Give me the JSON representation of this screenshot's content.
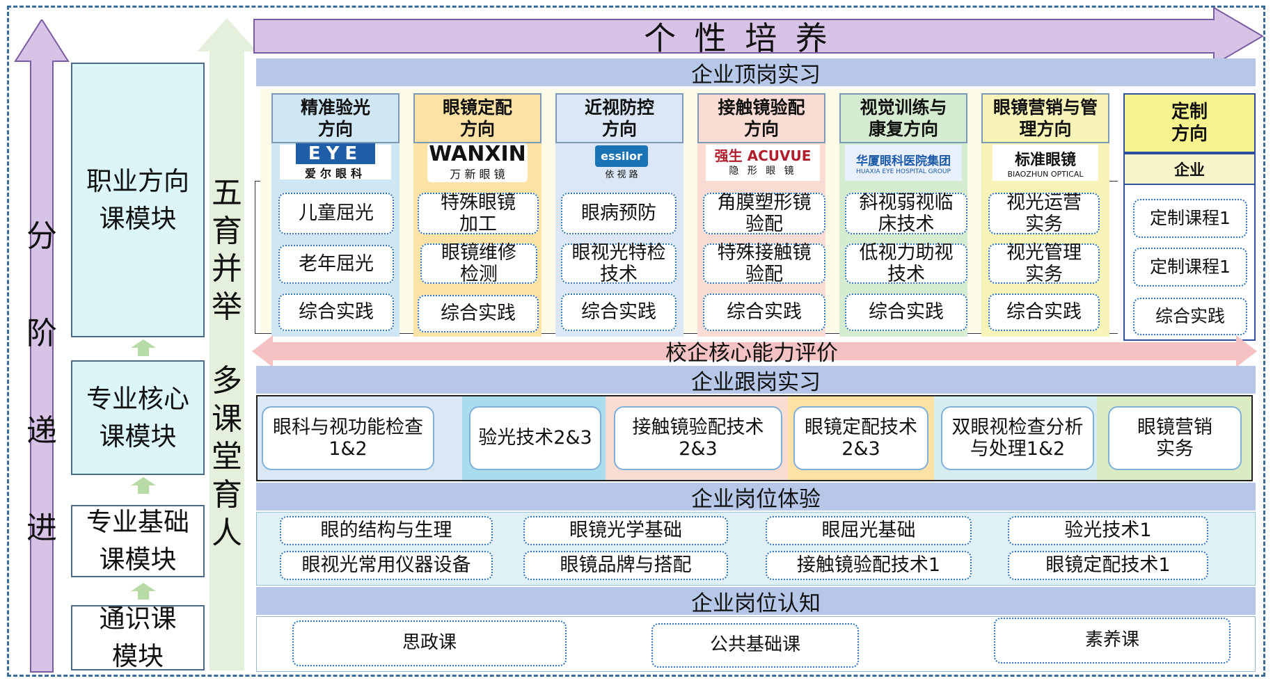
{
  "top_arrow": "个 性 培 养",
  "left_vertical": "分阶递进",
  "middle_vertical": {
    "top": "五育并举",
    "bottom": "多课堂育人"
  },
  "left_modules": [
    "职业方向\n课模块",
    "专业核心\n课模块",
    "专业基础\n课模块",
    "通识课\n模块"
  ],
  "bands": {
    "top_internship": "企业顶岗实习",
    "evaluation": "校企核心能力评价",
    "follow_internship": "企业跟岗实习",
    "experience": "企业岗位体验",
    "cognition": "企业岗位认知"
  },
  "directions": [
    {
      "title": "精准验光\n方向",
      "logo": "EYE",
      "logo_sub": "爱尔眼科",
      "courses": [
        "儿童屈光",
        "老年屈光",
        "综合实践"
      ]
    },
    {
      "title": "眼镜定配\n方向",
      "logo": "WANXIN",
      "logo_sub": "万 新 眼 镜",
      "courses": [
        "特殊眼镜\n加工",
        "眼镜维修\n检测",
        "综合实践"
      ]
    },
    {
      "title": "近视防控\n方向",
      "logo": "essilor",
      "logo_sub": "依 视 路",
      "courses": [
        "眼病预防",
        "眼视光特检\n技术",
        "综合实践"
      ]
    },
    {
      "title": "接触镜验配\n方向",
      "logo": "强生 ACUVUE",
      "logo_sub": "隐 形 眼 镜",
      "courses": [
        "角膜塑形镜\n验配",
        "特殊接触镜\n验配",
        "综合实践"
      ]
    },
    {
      "title": "视觉训练与\n康复方向",
      "logo": "华厦眼科医院集团",
      "logo_sub": "HUAXIA EYE HOSPITAL GROUP",
      "courses": [
        "斜视弱视临\n床技术",
        "低视力助视\n技术",
        "综合实践"
      ]
    },
    {
      "title": "眼镜营销与管\n理方向",
      "logo": "标准眼镜",
      "logo_sub": "BIAOZHUN OPTICAL",
      "courses": [
        "视光运营\n实务",
        "视光管理\n实务",
        "综合实践"
      ]
    },
    {
      "title": "定制\n方向",
      "logo": "企业",
      "logo_sub": "",
      "courses": [
        "定制课程1",
        "定制课程1",
        "综合实践"
      ]
    }
  ],
  "core_courses": [
    "眼科与视功能检查\n1&2",
    "验光技术2&3",
    "接触镜验配技术\n2&3",
    "眼镜定配技术\n2&3",
    "双眼视检查分析\n与处理1&2",
    "眼镜营销\n实务"
  ],
  "basic_courses": [
    "眼的结构与生理",
    "眼镜光学基础",
    "眼屈光基础",
    "验光技术1",
    "眼视光常用仪器设备",
    "眼镜品牌与搭配",
    "接触镜验配技术1",
    "眼镜定配技术1"
  ],
  "general_courses": [
    "思政课",
    "公共基础课",
    "素养课"
  ],
  "colors": {
    "purple_arrow": "#d7c3e6",
    "green_arrow": "#e5f0dc",
    "band_blue": "#b7c7e8",
    "eval_arrow": "#f4c2c2",
    "dir_colors": [
      "#cfe6f4",
      "#fde2a6",
      "#dbe7f6",
      "#fbdcd4",
      "#d6ecd0",
      "#f8f3b7",
      "#f6f28e"
    ]
  }
}
